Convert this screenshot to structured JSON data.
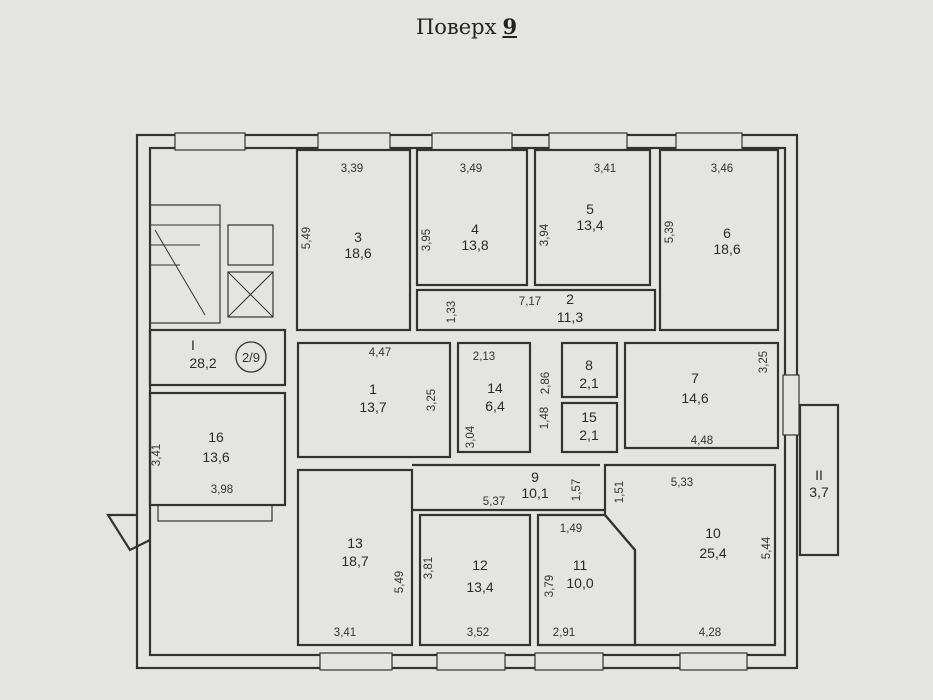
{
  "title": {
    "label": "Поверх",
    "floor": "9"
  },
  "rooms": {
    "r1": {
      "number": "1",
      "area": "13,7",
      "dims": [
        "4,47",
        "3,25"
      ]
    },
    "r2": {
      "number": "2",
      "area": "11,3",
      "dims": [
        "7,17",
        "1,33"
      ]
    },
    "r3": {
      "number": "3",
      "area": "18,6",
      "dims": [
        "3,39",
        "5,49"
      ]
    },
    "r4": {
      "number": "4",
      "area": "13,8",
      "dims": [
        "3,49",
        "3,95"
      ]
    },
    "r5": {
      "number": "5",
      "area": "13,4",
      "dims": [
        "3,41",
        "3,94"
      ]
    },
    "r6": {
      "number": "6",
      "area": "18,6",
      "dims": [
        "3,46",
        "5,39"
      ]
    },
    "r7": {
      "number": "7",
      "area": "14,6",
      "dims": [
        "4,48",
        "3,25"
      ]
    },
    "r8": {
      "number": "8",
      "area": "2,1",
      "dims": [
        "2,86"
      ]
    },
    "r9": {
      "number": "9",
      "area": "10,1",
      "dims": [
        "5,37",
        "1,57",
        "1,49"
      ]
    },
    "r10": {
      "number": "10",
      "area": "25,4",
      "dims": [
        "5,33",
        "4,28",
        "5,44",
        "1,51"
      ]
    },
    "r11": {
      "number": "11",
      "area": "10,0",
      "dims": [
        "2,91",
        "3,79"
      ]
    },
    "r12": {
      "number": "12",
      "area": "13,4",
      "dims": [
        "3,52",
        "3,81"
      ]
    },
    "r13": {
      "number": "13",
      "area": "18,7",
      "dims": [
        "3,41",
        "5,49"
      ]
    },
    "r14": {
      "number": "14",
      "area": "6,4",
      "dims": [
        "2,13",
        "3,04"
      ]
    },
    "r15": {
      "number": "15",
      "area": "2,1",
      "dims": [
        "1,48"
      ]
    },
    "r16": {
      "number": "16",
      "area": "13,6",
      "dims": [
        "3,98",
        "3,41"
      ]
    },
    "rI": {
      "number": "I",
      "area": "28,2",
      "marker": "2/9"
    },
    "rII": {
      "number": "II",
      "area": "3,7"
    }
  }
}
